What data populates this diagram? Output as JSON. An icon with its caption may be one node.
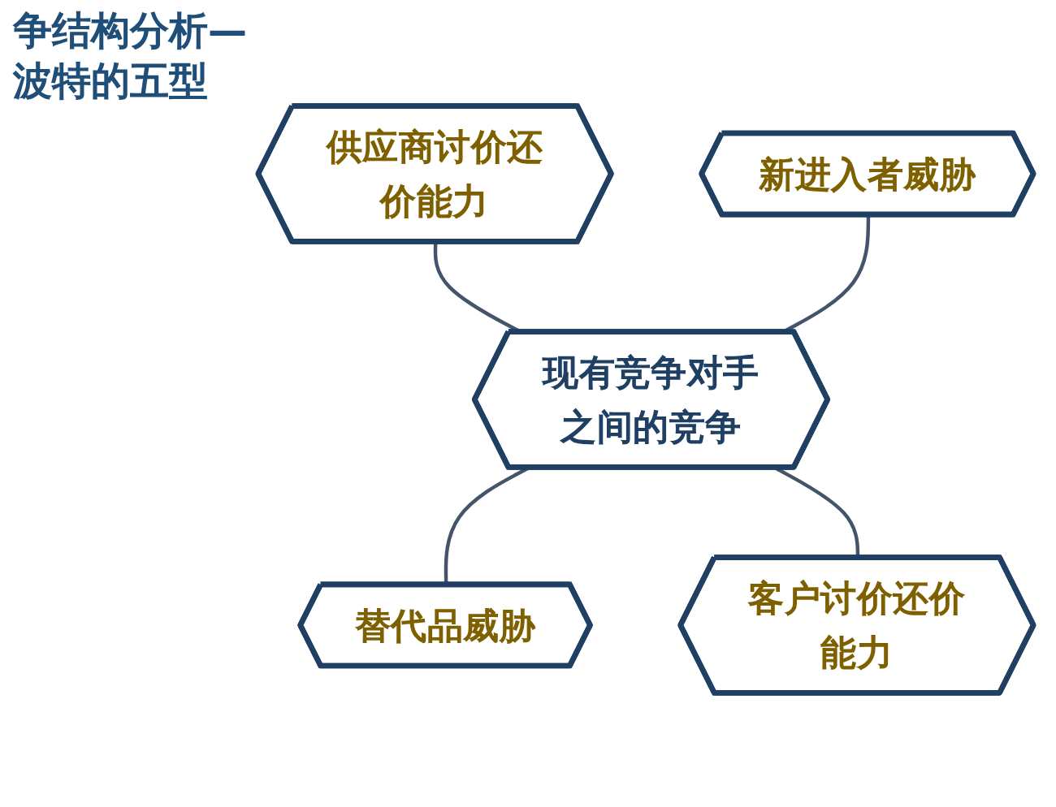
{
  "diagram": {
    "title": "争结构分析—波特的五型",
    "nodes": [
      {
        "text": [
          "供应商讨价还价能力"
        ]
      },
      {
        "text": [
          "新进入者威胁"
        ]
      },
      {
        "text": [
          "现有竞争对手之间的竞争"
        ]
      },
      {
        "text": [
          "替代品威胁"
        ]
      },
      {
        "text": [
          "客户讨价还价能力"
        ]
      }
    ],
    "edges": [
      {
        "from": 0,
        "to": 2,
        "arrow": "none"
      },
      {
        "from": 1,
        "to": 2,
        "arrow": "none"
      },
      {
        "from": 2,
        "to": 3,
        "arrow": "none"
      },
      {
        "from": 2,
        "to": 4,
        "arrow": "none"
      }
    ]
  }
}
